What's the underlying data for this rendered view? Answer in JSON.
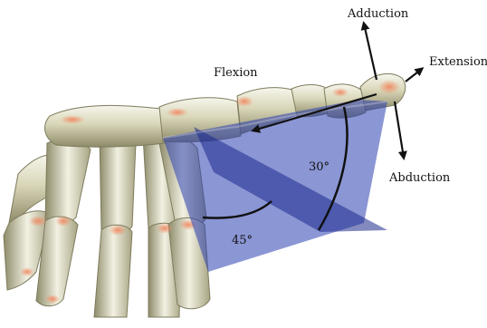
{
  "labels": {
    "adduction": "Adduction",
    "extension": "Extension",
    "flexion": "Flexion",
    "abduction": "Abduction",
    "angle_30": "30°",
    "angle_45": "45°"
  },
  "colors": {
    "background": "#ffffff",
    "plane_fill": "#2b3fb0",
    "plane_fill_dark": "#1c2a8c",
    "bone_light": "#eeeee2",
    "bone_mid": "#c9c6a6",
    "bone_dark": "#8f8c6c",
    "joint_highlight": "#e77a56",
    "arrow": "#111111"
  },
  "icons": {
    "arrow_adduction": "arrow-up-icon",
    "arrow_extension": "arrow-up-right-icon",
    "arrow_flexion": "arrow-left-icon",
    "arrow_abduction": "arrow-down-icon"
  }
}
